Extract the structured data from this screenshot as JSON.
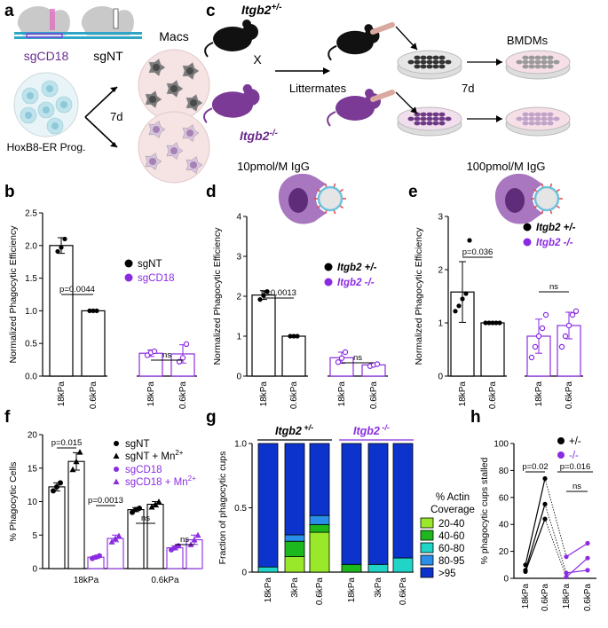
{
  "colors": {
    "black": "#000000",
    "purple": "#8a2be2",
    "dark_purple": "#6a2c8e",
    "grey_cell": "#6d6d6d",
    "lavender_cell": "#b487c2",
    "cyan_cell": "#bfe3ec"
  },
  "panel_labels": {
    "a": "a",
    "b": "b",
    "c": "c",
    "d": "d",
    "e": "e",
    "f": "f",
    "g": "g",
    "h": "h"
  },
  "panel_a": {
    "sgCD18": "sgCD18",
    "sgNT": "sgNT",
    "macs": "Macs",
    "days": "7d",
    "prog": "HoxB8-ER Prog."
  },
  "panel_c": {
    "het": "Itgb2",
    "het_sup": "+/-",
    "cross": "X",
    "littermates": "Littermates",
    "ko": "Itgb2",
    "ko_sup": "-/-",
    "bmdms": "BMDMs",
    "days": "7d"
  },
  "titles": {
    "d": "10pmol/M IgG",
    "e": "100pmol/M IgG"
  },
  "chart_data": [
    {
      "panel": "b",
      "type": "bar",
      "ylabel": "Normalized Phagocytic Efficiency",
      "ylim": [
        0,
        2.5
      ],
      "yticks": [
        "0.0",
        "0.5",
        "1.0",
        "1.5",
        "2.0",
        "2.5"
      ],
      "categories": [
        "18kPa",
        "0.6kPa",
        "18kPa",
        "0.6kPa"
      ],
      "series": [
        {
          "name": "sgNT",
          "values": [
            2.0,
            1.0
          ]
        },
        {
          "name": "sgCD18",
          "values": [
            0.35,
            0.34
          ]
        }
      ],
      "points": [
        [
          1.91,
          1.97,
          2.1
        ],
        [
          1,
          1,
          1
        ],
        [
          0.32,
          0.36,
          0.38
        ],
        [
          0.22,
          0.28,
          0.49
        ]
      ],
      "errors": [
        0.12,
        0,
        0.05,
        0.14
      ],
      "stats": [
        "p=0.0044",
        "ns"
      ]
    },
    {
      "panel": "d",
      "type": "bar",
      "ylabel": "Normalized Phagocytic Efficiency",
      "ylim": [
        0,
        4
      ],
      "yticks": [
        "0",
        "1",
        "2",
        "3",
        "4"
      ],
      "categories": [
        "18kPa",
        "0.6kPa",
        "18kPa",
        "0.6kPa"
      ],
      "series": [
        {
          "name": "Itgb2 +/-",
          "values": [
            2.03,
            1.0
          ]
        },
        {
          "name": "Itgb2 -/-",
          "values": [
            0.46,
            0.28
          ]
        }
      ],
      "points": [
        [
          1.92,
          2.02,
          2.12
        ],
        [
          1,
          1,
          1
        ],
        [
          0.35,
          0.45,
          0.6
        ],
        [
          0.25,
          0.28,
          0.3
        ]
      ],
      "errors": [
        0.11,
        0,
        0.14,
        0.03
      ],
      "stats": [
        "p=0.0013",
        "ns"
      ]
    },
    {
      "panel": "e",
      "type": "bar",
      "ylabel": "Normalized Phagocytic Efficiency",
      "ylim": [
        0,
        3
      ],
      "yticks": [
        "0",
        "1",
        "2",
        "3"
      ],
      "categories": [
        "18kPa",
        "0.6kPa",
        "18kPa",
        "0.6kPa"
      ],
      "series": [
        {
          "name": "Itgb2 +/-",
          "values": [
            1.58,
            1.0
          ]
        },
        {
          "name": "Itgb2 -/-",
          "values": [
            0.75,
            0.95
          ]
        }
      ],
      "points": [
        [
          1.22,
          1.32,
          1.45,
          1.55,
          2.55
        ],
        [
          1,
          1,
          1,
          1,
          1
        ],
        [
          0.35,
          0.55,
          0.75,
          0.9,
          1.15
        ],
        [
          0.55,
          0.75,
          0.95,
          1.15,
          1.22
        ]
      ],
      "errors": [
        0.57,
        0,
        0.32,
        0.25
      ],
      "stats": [
        "p=0.036",
        "ns"
      ]
    },
    {
      "panel": "f",
      "type": "bar",
      "ylabel": "% Phagocytic Cells",
      "ylim": [
        0,
        20
      ],
      "yticks": [
        "0",
        "5",
        "10",
        "15",
        "20"
      ],
      "categories": [
        "18kPa",
        "0.6kPa"
      ],
      "series": [
        {
          "name": "sgNT",
          "values": [
            12.2,
            8.8
          ]
        },
        {
          "name": "sgNT + Mn",
          "values": [
            16.0,
            9.6
          ]
        },
        {
          "name": "sgCD18",
          "values": [
            1.7,
            3.1
          ]
        },
        {
          "name": "sgCD18 + Mn",
          "values": [
            4.5,
            4.3
          ]
        }
      ],
      "points": [
        [
          [
            11.6,
            12.2,
            12.8
          ],
          [
            14.8,
            16.0,
            17.4
          ],
          [
            1.5,
            1.7,
            1.9
          ],
          [
            4.0,
            4.5,
            4.9
          ]
        ],
        [
          [
            8.4,
            8.8,
            9.0
          ],
          [
            9.2,
            9.6,
            10.0
          ],
          [
            2.8,
            3.1,
            3.4
          ],
          [
            3.6,
            4.3,
            5.0
          ]
        ]
      ],
      "errors": [
        [
          0.6,
          1.3,
          0.2,
          0.5
        ],
        [
          0.3,
          0.4,
          0.3,
          0.7
        ]
      ],
      "stats": [
        "p=0.015",
        "p=0.0013",
        "ns",
        "ns"
      ],
      "legend": [
        "sgNT",
        "sgNT + Mn",
        "sgCD18",
        "sgCD18 + Mn"
      ]
    },
    {
      "panel": "g",
      "type": "bar",
      "ylabel": "Fraction of phagocytic cups",
      "ylim": [
        0,
        1
      ],
      "yticks": [
        "0",
        "0.5",
        "1.0"
      ],
      "categories": [
        "18kPa",
        "3kPa",
        "0.6kPa",
        "18kPa",
        "3kPa",
        "0.6kPa"
      ],
      "groups": [
        "Itgb2 +/-",
        "Itgb2 -/-"
      ],
      "legend_title": [
        "% Actin",
        "Coverage"
      ],
      "series": [
        {
          "name": "20-40",
          "values": [
            0,
            0.12,
            0.31,
            0,
            0,
            0
          ]
        },
        {
          "name": "40-60",
          "values": [
            0,
            0.12,
            0.06,
            0.06,
            0,
            0
          ]
        },
        {
          "name": "60-80",
          "values": [
            0.04,
            0,
            0,
            0,
            0.06,
            0.11
          ]
        },
        {
          "name": "80-95",
          "values": [
            0,
            0.05,
            0.07,
            0,
            0,
            0
          ]
        },
        {
          "name": ">95",
          "values": [
            0.96,
            0.71,
            0.56,
            0.94,
            0.94,
            0.89
          ]
        }
      ],
      "colors": [
        "#99e82a",
        "#1db81d",
        "#20d4c8",
        "#2a8fe8",
        "#0c34cc"
      ]
    },
    {
      "panel": "h",
      "type": "line",
      "ylabel": "% phagocytic cups stalled",
      "ylim": [
        0,
        100
      ],
      "yticks": [
        "0",
        "20",
        "40",
        "60",
        "80",
        "100"
      ],
      "categories": [
        "18kPa",
        "0.6kPa",
        "18kPa",
        "0.6kPa"
      ],
      "series": [
        {
          "name": "+/-",
          "pairs": [
            [
              10,
              74
            ],
            [
              5,
              44
            ],
            [
              6,
              55
            ]
          ]
        },
        {
          "name": "-/-",
          "pairs": [
            [
              16,
              26
            ],
            [
              4,
              6
            ],
            [
              1,
              15
            ]
          ]
        }
      ],
      "stats": [
        "p=0.02",
        "p=0.016",
        "ns"
      ]
    }
  ]
}
